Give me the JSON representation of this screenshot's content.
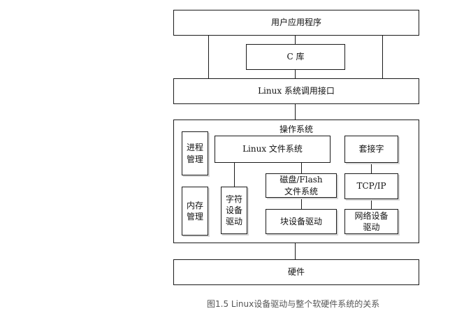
{
  "diagram": {
    "user_app": "用户应用程序",
    "c_lib": "C 库",
    "syscall": "Linux 系统调用接口",
    "os_title": "操作系统",
    "process_mgmt": "进程\n管理",
    "memory_mgmt": "内存\n管理",
    "linux_fs": "Linux 文件系统",
    "char_driver": "字符\n设备\n驱动",
    "disk_fs": "磁盘/Flash\n文件系统",
    "block_driver": "块设备驱动",
    "socket": "套接字",
    "tcpip": "TCP/IP",
    "net_driver": "网络设备\n驱动",
    "hardware": "硬件"
  },
  "caption": "图1.5 Linux设备驱动与整个软硬件系统的关系"
}
